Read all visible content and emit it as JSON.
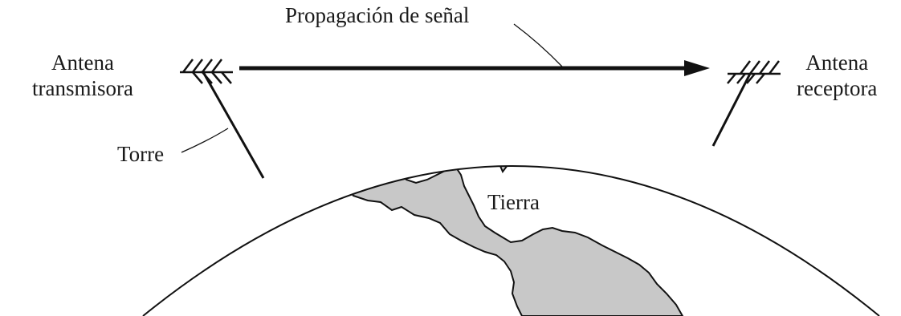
{
  "labels": {
    "signal_propagation": "Propagación de señal",
    "transmitting_antenna": [
      "Antena",
      "transmisora"
    ],
    "receiving_antenna": [
      "Antena",
      "receptora"
    ],
    "tower": "Torre",
    "earth": "Tierra"
  },
  "colors": {
    "line": "#111111",
    "land": "#c8c8c8",
    "background": "#ffffff"
  }
}
